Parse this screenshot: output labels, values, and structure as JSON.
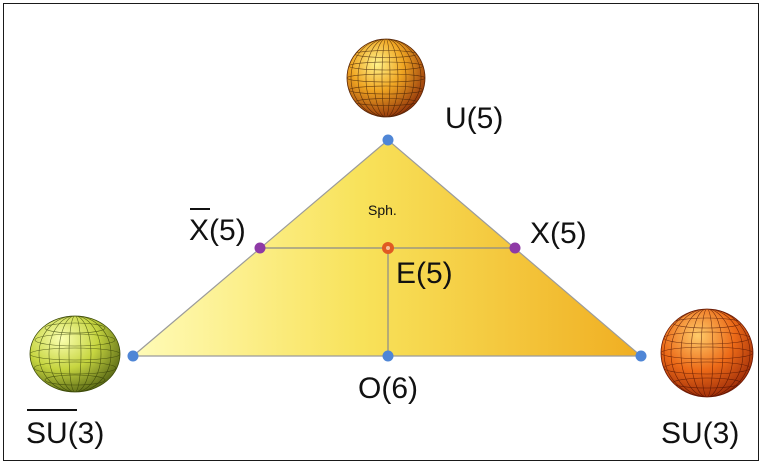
{
  "labels": {
    "u5": "U(5)",
    "x5": "X(5)",
    "xbar5_main": "X",
    "xbar5_suffix": "(5)",
    "e5": "E(5)",
    "o6": "O(6)",
    "su3": "SU(3)",
    "su3bar_main": "SU",
    "su3bar_suffix": "(3)",
    "sph": "Sph."
  },
  "colors": {
    "triangle_light": "#fff6a0",
    "triangle_mid": "#f7df4a",
    "triangle_dark": "#f1b72a",
    "edge": "#a0a0a0",
    "vertex_point": "#4f86d6",
    "x_point": "#8e3aa6",
    "e_point": "#e05a22",
    "sphere_top": "#e58a1c",
    "sphere_left": "#c8d64a",
    "sphere_right": "#e25a14"
  },
  "icons": {
    "top": "spherical-nucleus-icon",
    "left": "oblate-nucleus-icon",
    "right": "prolate-nucleus-icon"
  }
}
